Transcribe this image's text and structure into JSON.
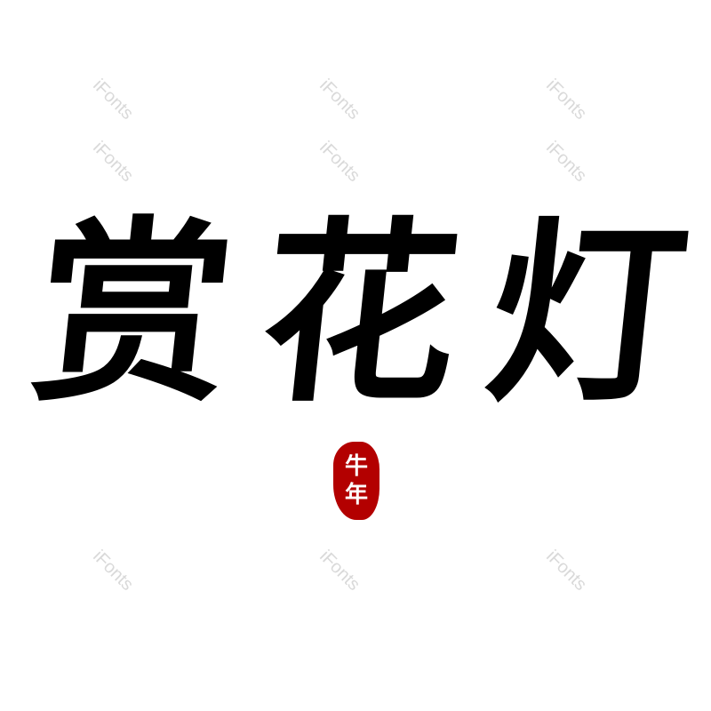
{
  "watermark": "iFonts",
  "title_chars": [
    "赏",
    "花",
    "灯"
  ],
  "seal": {
    "chars": [
      "牛",
      "年"
    ],
    "color": "#b30000"
  },
  "text_color": "#000000"
}
